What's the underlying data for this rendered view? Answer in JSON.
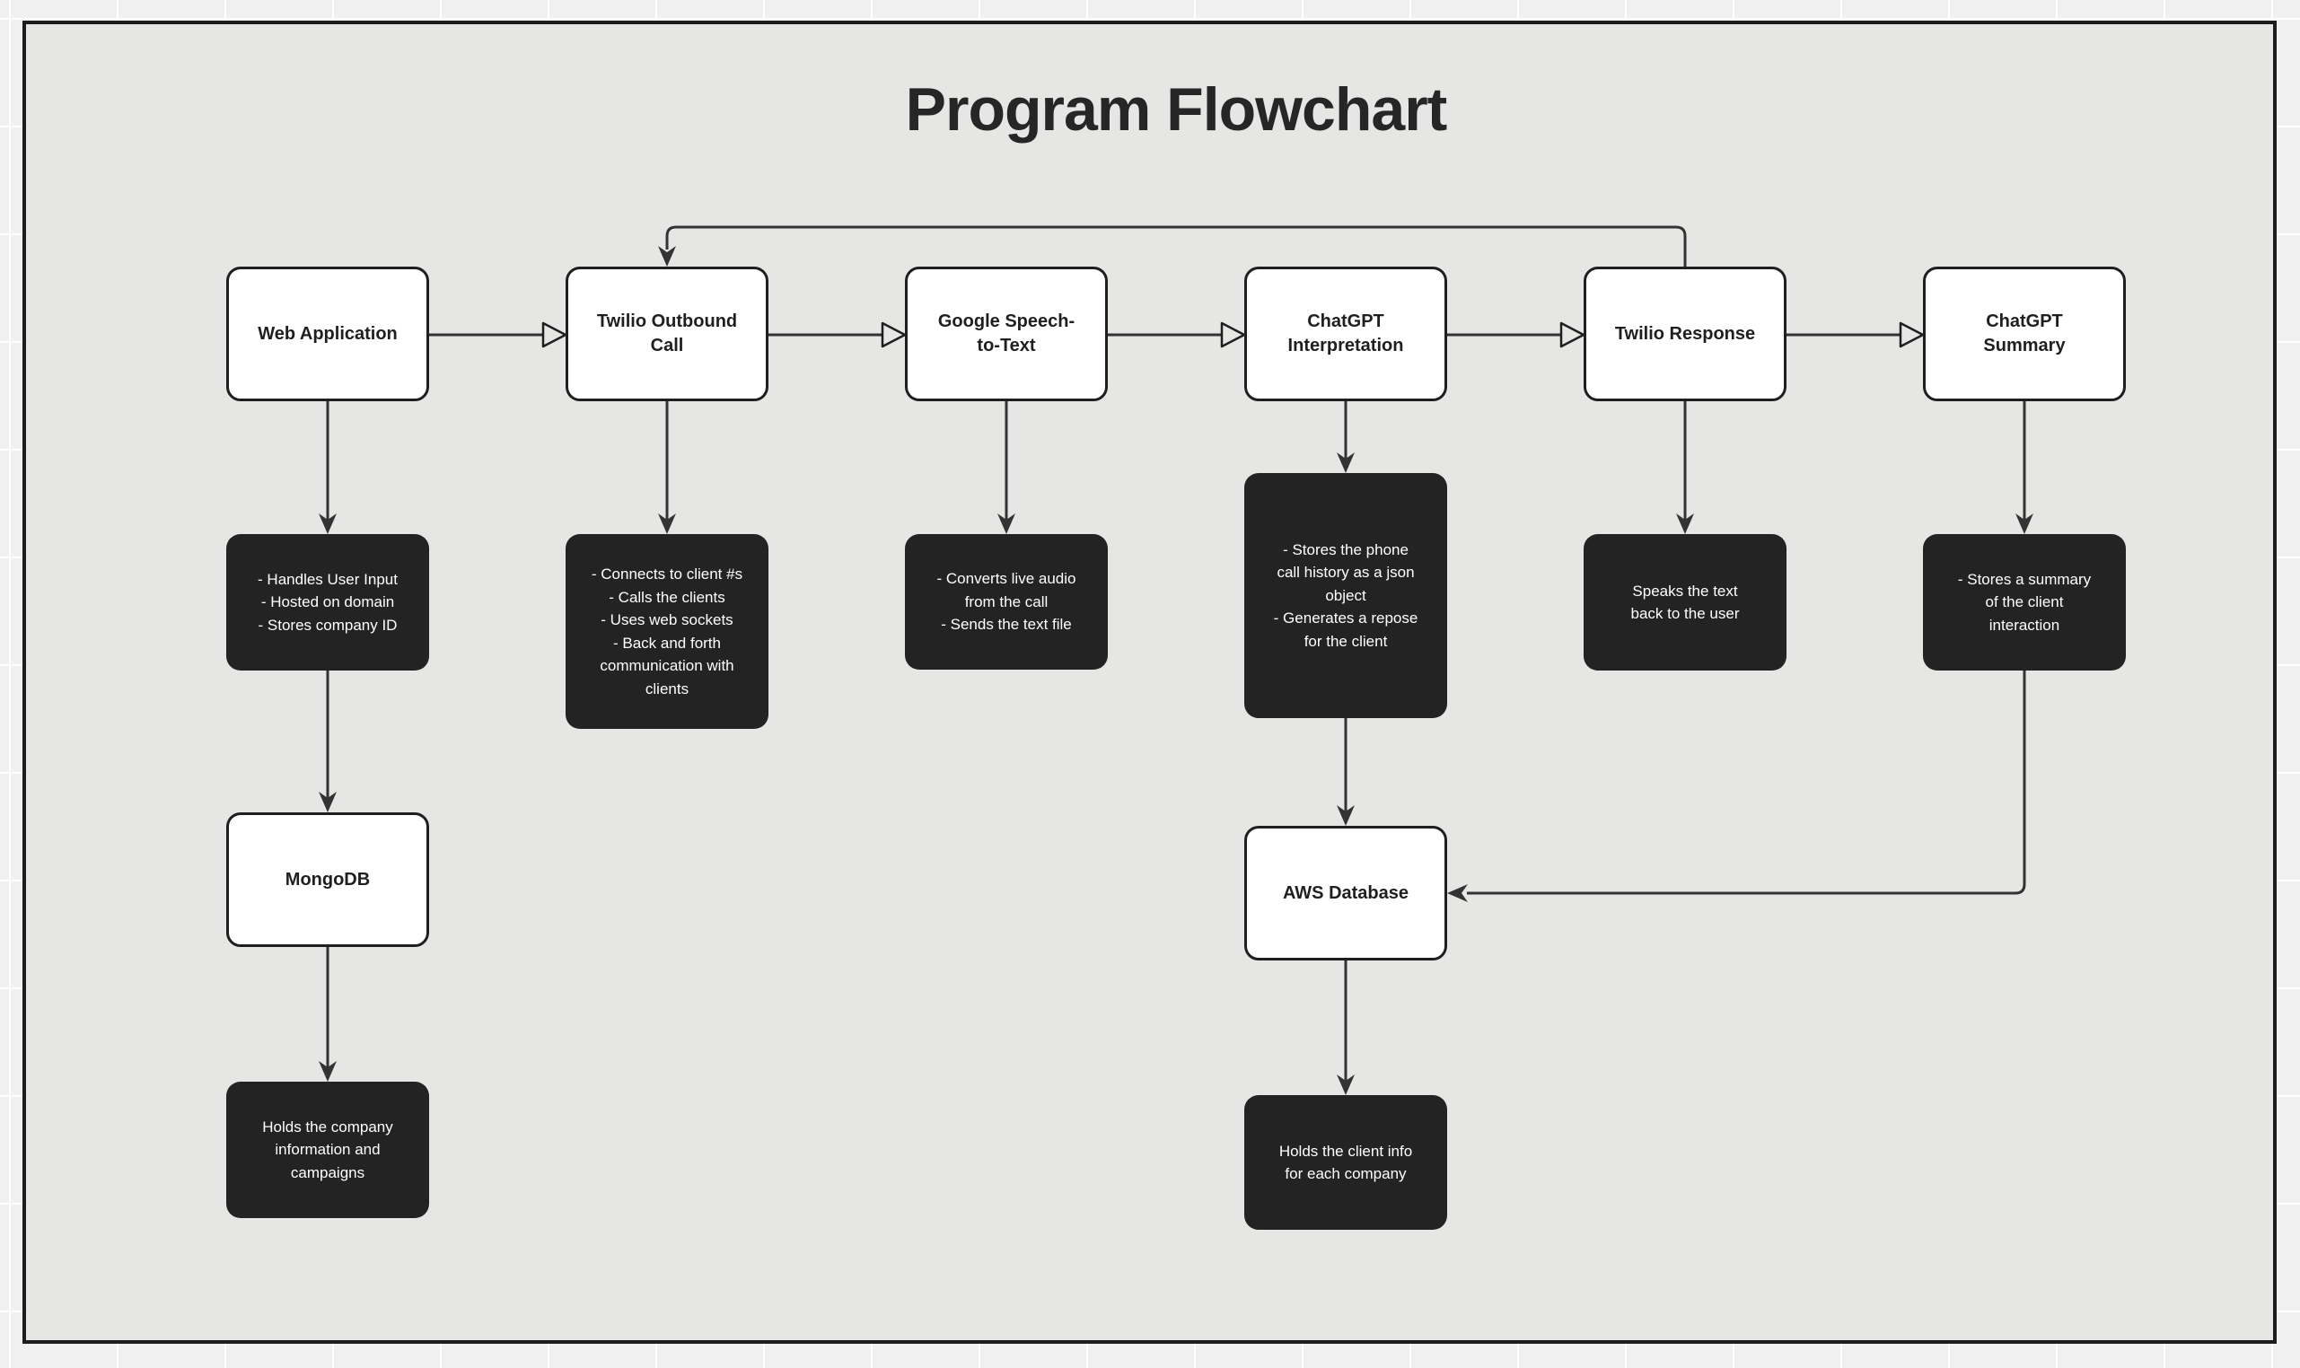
{
  "title": "Program Flowchart",
  "colors": {
    "page_background": "#f0f0f1",
    "canvas_background": "#e6e6e5",
    "canvas_border": "#1c1c1c",
    "node_light_fill": "#ffffff",
    "node_dark_fill": "#232323",
    "connector": "#333333",
    "text_dark": "#1f1f1f",
    "text_light": "#ffffff"
  },
  "nodes": {
    "web_application": {
      "label_lines": [
        "Web Application"
      ]
    },
    "twilio_outbound_call": {
      "label_lines": [
        "Twilio Outbound",
        "Call"
      ]
    },
    "google_speech_to_text": {
      "label_lines": [
        "Google Speech-",
        "to-Text"
      ]
    },
    "chatgpt_interpretation": {
      "label_lines": [
        "ChatGPT",
        "Interpretation"
      ]
    },
    "twilio_response": {
      "label_lines": [
        "Twilio Response"
      ]
    },
    "chatgpt_summary": {
      "label_lines": [
        "ChatGPT",
        "Summary"
      ]
    },
    "mongodb": {
      "label_lines": [
        "MongoDB"
      ]
    },
    "aws_database": {
      "label_lines": [
        "AWS Database"
      ]
    },
    "web_application_notes": {
      "label_lines": [
        "- Handles User Input",
        "- Hosted on domain",
        "- Stores company ID"
      ]
    },
    "twilio_outbound_call_notes": {
      "label_lines": [
        "- Connects to client #s",
        "- Calls the clients",
        "- Uses web sockets",
        "- Back and forth",
        "communication with",
        "clients"
      ]
    },
    "google_speech_to_text_notes": {
      "label_lines": [
        "- Converts live audio",
        "from the call",
        "- Sends the text file"
      ]
    },
    "chatgpt_interpretation_notes": {
      "label_lines": [
        "- Stores the phone",
        "call history as a json",
        "object",
        "- Generates a repose",
        "for the client"
      ]
    },
    "twilio_response_notes": {
      "label_lines": [
        "Speaks the text",
        "back to the user"
      ]
    },
    "chatgpt_summary_notes": {
      "label_lines": [
        "- Stores a summary",
        "of the client",
        "interaction"
      ]
    },
    "mongodb_notes": {
      "label_lines": [
        "Holds the company",
        "information and",
        "campaigns"
      ]
    },
    "aws_database_notes": {
      "label_lines": [
        "Holds the client info",
        "for each company"
      ]
    }
  }
}
